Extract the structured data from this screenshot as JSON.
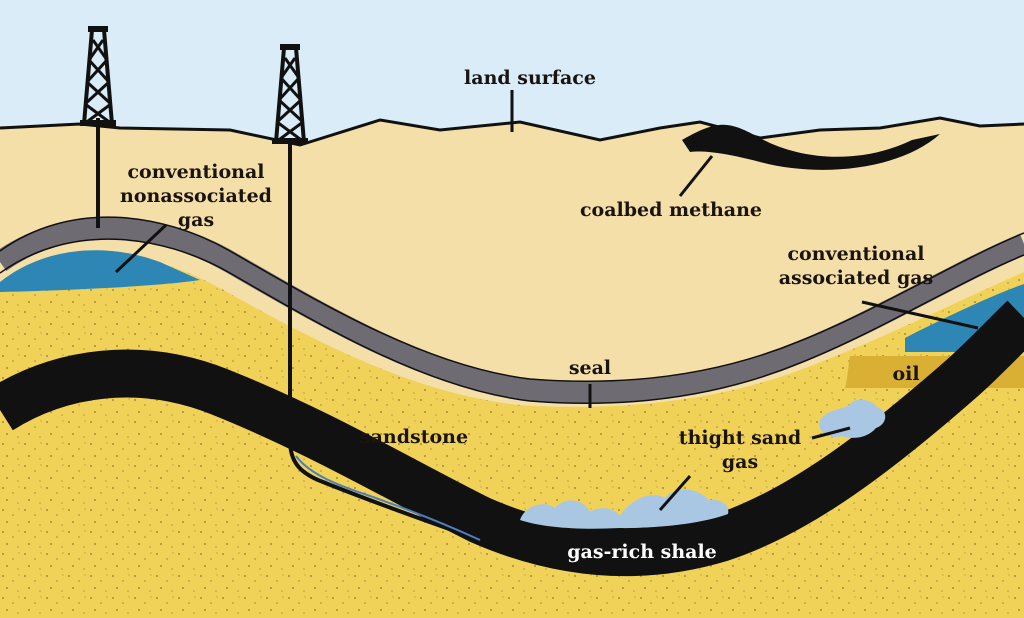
{
  "labels": {
    "land_surface": "land surface",
    "coalbed_methane": "coalbed methane",
    "conventional_nonassociated_gas": [
      "conventional",
      "nonassociated",
      "gas"
    ],
    "conventional_associated_gas": [
      "conventional",
      "associated gas"
    ],
    "seal": "seal",
    "oil": "oil",
    "sandstone": "sandstone",
    "tight_sand_gas": [
      "thight sand",
      "gas"
    ],
    "gas_rich_shale": "gas-rich shale"
  },
  "colors": {
    "sky": "#d9ecf7",
    "overburden": "#f4dfa8",
    "sandstone": "#f1d258",
    "seal": "#6e6b73",
    "shale": "#111111",
    "gas": "#2e86b5",
    "oil": "#d9b034",
    "tight_gas": "#a9c6e2",
    "well": "#111111"
  }
}
